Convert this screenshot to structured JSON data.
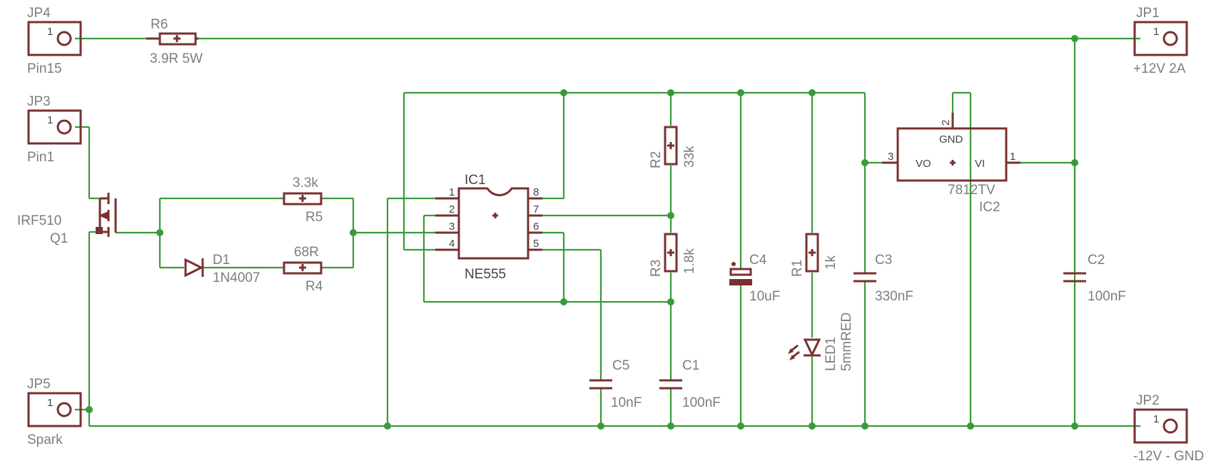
{
  "connectors": {
    "jp4": {
      "name": "JP4",
      "pin": "1",
      "value": "Pin15"
    },
    "jp3": {
      "name": "JP3",
      "pin": "1",
      "value": "Pin1"
    },
    "jp5": {
      "name": "JP5",
      "pin": "1",
      "value": "Spark"
    },
    "jp1": {
      "name": "JP1",
      "pin": "1",
      "value": "+12V 2A"
    },
    "jp2": {
      "name": "JP2",
      "pin": "1",
      "value": "-12V - GND"
    }
  },
  "resistors": {
    "r6": {
      "name": "R6",
      "value": "3.9R 5W"
    },
    "r5": {
      "name": "R5",
      "value": "3.3k"
    },
    "r4": {
      "name": "R4",
      "value": "68R"
    },
    "r2": {
      "name": "R2",
      "value": "33k"
    },
    "r3": {
      "name": "R3",
      "value": "1.8k"
    },
    "r1": {
      "name": "R1",
      "value": "1k"
    }
  },
  "capacitors": {
    "c1": {
      "name": "C1",
      "value": "100nF"
    },
    "c2": {
      "name": "C2",
      "value": "100nF"
    },
    "c3": {
      "name": "C3",
      "value": "330nF"
    },
    "c4": {
      "name": "C4",
      "value": "10uF"
    },
    "c5": {
      "name": "C5",
      "value": "10nF"
    }
  },
  "q1": {
    "value": "IRF510",
    "name": "Q1"
  },
  "d1": {
    "name": "D1",
    "value": "1N4007"
  },
  "led1": {
    "name": "LED1",
    "value": "5mmRED"
  },
  "ic1": {
    "name": "IC1",
    "value": "NE555",
    "pins_left": [
      "1",
      "2",
      "3",
      "4"
    ],
    "pins_right": [
      "8",
      "7",
      "6",
      "5"
    ]
  },
  "ic2": {
    "name": "IC2",
    "value": "7812TV",
    "gnd_label": "GND",
    "vo_label": "VO",
    "vi_label": "VI",
    "pin_vo": "3",
    "pin_gnd": "2",
    "pin_vi": "1"
  },
  "colors": {
    "wire": "#3a9a3a",
    "part": "#7a3030",
    "label": "#7d7d7d"
  }
}
